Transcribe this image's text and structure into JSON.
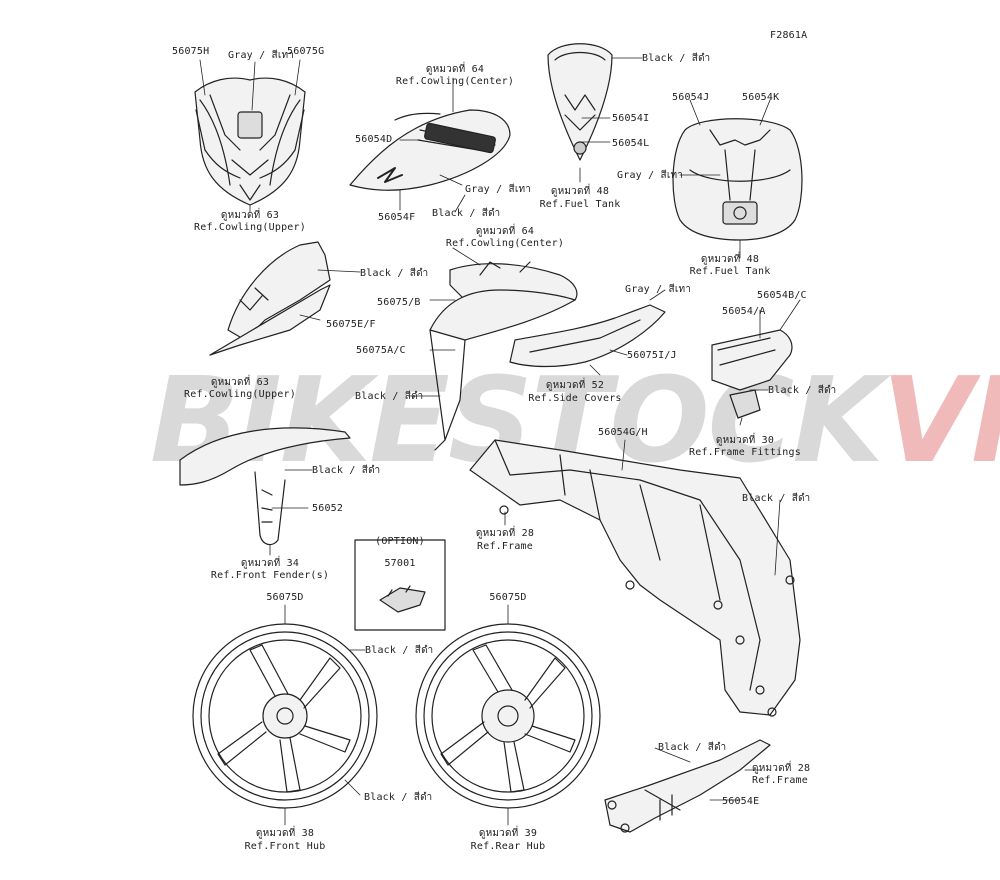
{
  "figure_code": "F2861A",
  "watermark": {
    "left": "BIKESTOCK",
    "right": "VN"
  },
  "colors": {
    "line": "#222222",
    "watermark_gray": "#787878",
    "watermark_red": "#d22828"
  },
  "labels": {
    "p56075H": "56075H",
    "gray_top": "Gray / สีเทา",
    "p56075G": "56075G",
    "ref63_top_th": "ดูหมวดที่ 63",
    "ref63_top_en": "Ref.Cowling(Upper)",
    "ref64_top_th": "ดูหมวดที่ 64",
    "ref64_top_en": "Ref.Cowling(Center)",
    "p56054D": "56054D",
    "gray_mid": "Gray / สีเทา",
    "black_mid": "Black / สีดำ",
    "p56054F": "56054F",
    "black_tank": "Black / สีดำ",
    "p56054I": "56054I",
    "p56054L": "56054L",
    "ref48_a_th": "ดูหมวดที่ 48",
    "ref48_a_en": "Ref.Fuel Tank",
    "p56054J": "56054J",
    "p56054K": "56054K",
    "gray_tank": "Gray / สีเทา",
    "ref48_b_th": "ดูหมวดที่ 48",
    "ref48_b_en": "Ref.Fuel Tank",
    "ref64_b_th": "ดูหมวดที่ 64",
    "ref64_b_en": "Ref.Cowling(Center)",
    "black_upper2": "Black / สีดำ",
    "p56075B": "56075/B",
    "p56075EF": "56075E/F",
    "p56075AC": "56075A/C",
    "gray_side": "Gray / สีเทา",
    "p56075IJ": "56075I/J",
    "ref63_b_th": "ดูหมวดที่ 63",
    "ref63_b_en": "Ref.Cowling(Upper)",
    "black_center": "Black / สีดำ",
    "ref52_th": "ดูหมวดที่ 52",
    "ref52_en": "Ref.Side Covers",
    "p56054BC": "56054B/C",
    "p56054A": "56054/A",
    "black_ff": "Black / สีดำ",
    "ref30_th": "ดูหมวดที่ 30",
    "ref30_en": "Ref.Frame Fittings",
    "p56054GH": "56054G/H",
    "black_fender": "Black / สีดำ",
    "p56052": "56052",
    "ref34_th": "ดูหมวดที่ 34",
    "ref34_en": "Ref.Front Fender(s)",
    "ref28_a_th": "ดูหมวดที่ 28",
    "ref28_a_en": "Ref.Frame",
    "option": "(OPTION)",
    "p57001": "57001",
    "black_frame": "Black / สีดำ",
    "p56075D_a": "56075D",
    "p56075D_b": "56075D",
    "black_wheel1": "Black / สีดำ",
    "black_wheel2": "Black / สีดำ",
    "black_sub": "Black / สีดำ",
    "ref28_b_th": "ดูหมวดที่ 28",
    "ref28_b_en": "Ref.Frame",
    "p56054E": "56054E",
    "ref38_th": "ดูหมวดที่ 38",
    "ref38_en": "Ref.Front Hub",
    "ref39_th": "ดูหมวดที่ 39",
    "ref39_en": "Ref.Rear Hub"
  }
}
